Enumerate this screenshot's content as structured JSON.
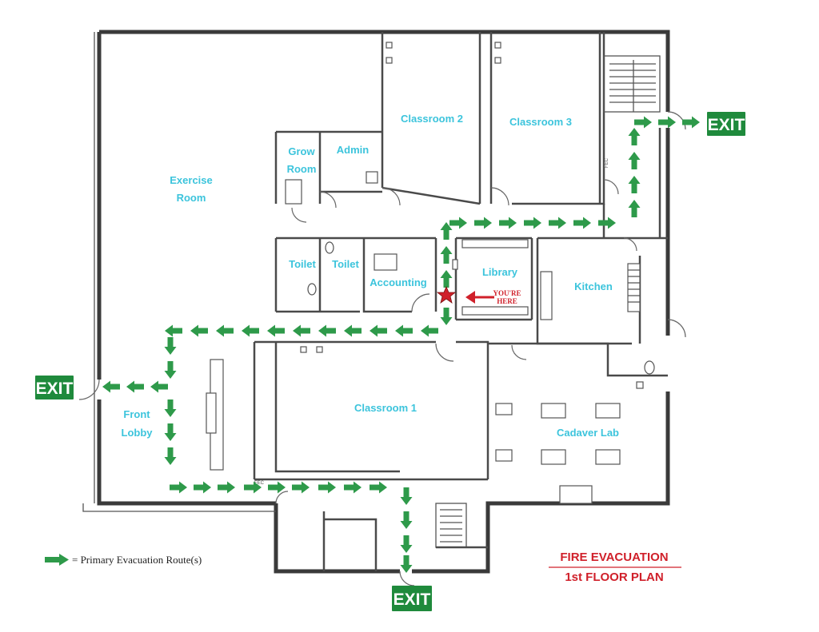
{
  "rooms": {
    "exercise_1": "Exercise",
    "exercise_2": "Room",
    "grow_1": "Grow",
    "grow_2": "Room",
    "admin": "Admin",
    "classroom2": "Classroom 2",
    "classroom3": "Classroom 3",
    "toilet_1": "Toilet",
    "toilet_2": "Toilet",
    "accounting": "Accounting",
    "library": "Library",
    "kitchen": "Kitchen",
    "classroom1": "Classroom 1",
    "front_1": "Front",
    "front_2": "Lobby",
    "cadaver": "Cadaver Lab"
  },
  "exits": {
    "label": "EXIT"
  },
  "you_are_here": {
    "line1": "YOU'RE",
    "line2": "HERE"
  },
  "fec_label": "FEC",
  "legend": {
    "text": "= Primary Evacuation Route(s)"
  },
  "title": {
    "line1": "FIRE EVACUATION",
    "line2": "1st FLOOR PLAN"
  },
  "colors": {
    "route": "#2e9a4a",
    "exit_sign": "#1f8a3c",
    "room_label": "#3cc4dc",
    "title": "#d0202a",
    "you_are_here": "#d0202a"
  },
  "icons": [
    "route-arrow-icon",
    "you-are-here-star-icon",
    "you-are-here-arrow-icon"
  ]
}
